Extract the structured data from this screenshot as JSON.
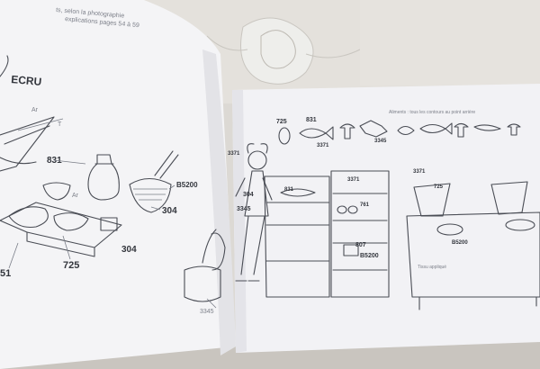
{
  "left_page": {
    "header_line_1": "ts, selon la photographie",
    "header_line_2": "explications pages 54 à 59",
    "title": "ECRU",
    "labels": {
      "l831": "831",
      "lB5200": "B5200",
      "l304a": "304",
      "l304b": "304",
      "l725": "725",
      "l51": "51",
      "l3345": "3345",
      "lAr1": "Ar",
      "lAr2": "Ar",
      "lT": "T"
    }
  },
  "right_page": {
    "header": "Aliments : tous les contours au point arrière",
    "labels": {
      "r725": "725",
      "r831": "831",
      "r3371a": "3371",
      "r3345a": "3345",
      "r3371b": "3371",
      "r304": "304",
      "r3345b": "3345",
      "r831b": "831",
      "r3371c": "3371",
      "r761": "761",
      "r807": "807",
      "rB5200a": "B5200",
      "r3371d": "3371",
      "r725b": "725",
      "rB5200b": "B5200"
    },
    "caption": "Tissu appliqué"
  }
}
